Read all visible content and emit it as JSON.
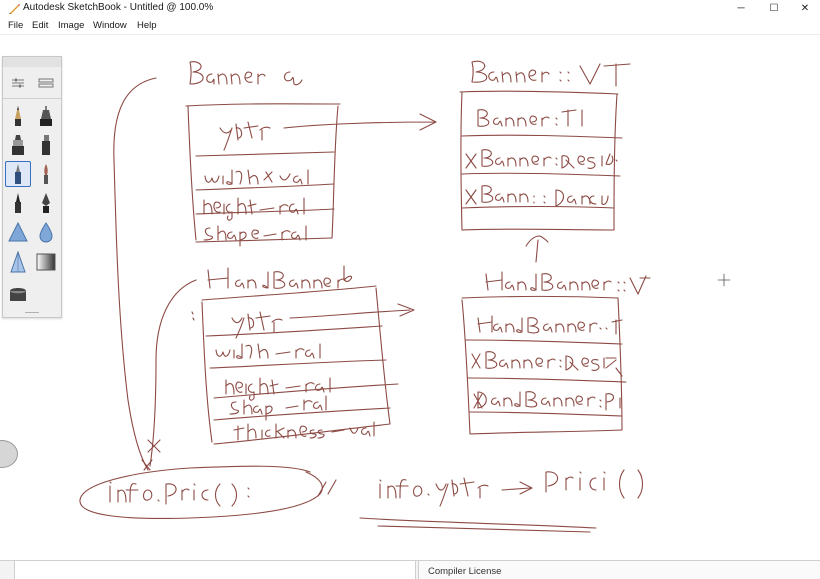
{
  "window": {
    "title": "Autodesk SketchBook - Untitled @ 100.0%",
    "minimize_glyph": "─",
    "maximize_glyph": "☐",
    "close_glyph": "✕"
  },
  "menu": {
    "items": [
      "File",
      "Edit",
      "Image",
      "Window",
      "Help"
    ]
  },
  "brush_palette": {
    "tabs": [
      "brush-settings-icon",
      "brush-library-icon"
    ],
    "tools": [
      "pencil-icon",
      "technical-pen-icon",
      "marker-icon",
      "felt-pen-icon",
      "ballpoint-pen-icon",
      "paintbrush-icon",
      "ink-pen-icon",
      "fountain-pen-icon",
      "airbrush-icon",
      "water-drop-icon",
      "smudge-icon",
      "gradient-fill-icon",
      "eraser-icon"
    ],
    "selected_index": 4
  },
  "bottom_panel": {
    "right_label": "Compiler License"
  },
  "colors": {
    "ink": "#8c4a44",
    "selection": "#3b6fc4",
    "palette_bg": "#efefef"
  }
}
